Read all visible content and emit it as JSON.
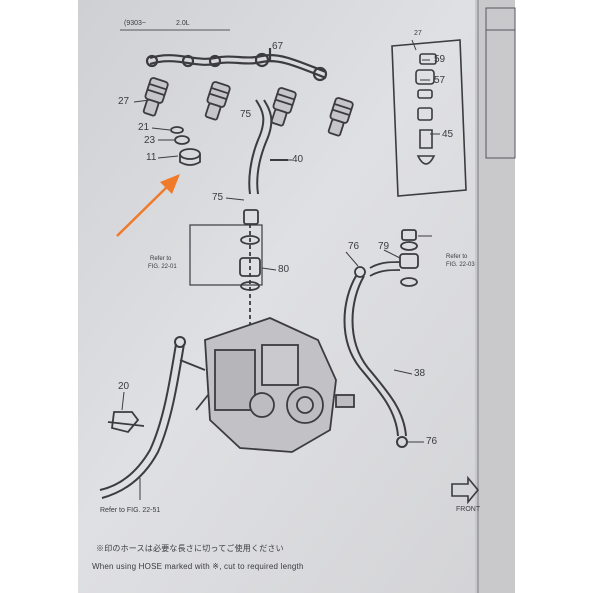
{
  "header": {
    "left_code": "(9303~",
    "left_engine": "2.0L"
  },
  "parts": {
    "p67": "67",
    "p59": "59",
    "p57": "57",
    "p45": "45",
    "p27": "27",
    "p21": "21",
    "p23": "23",
    "p11": "11",
    "p75a": "75",
    "p40": "40",
    "p75b": "75",
    "p80": "80",
    "p76a": "76",
    "p79": "79",
    "p38": "38",
    "p20": "20",
    "p76b": "76"
  },
  "refs": {
    "left_ref_line1": "Refer to",
    "left_ref_line2": "FIG. 22-01",
    "right_ref_line1": "Refer to",
    "right_ref_line2": "FIG. 22-03",
    "bottom_ref": "Refer to FIG. 22-51"
  },
  "front_label": "FRONT",
  "footnote_jp": "※印のホースは必要な長さに切ってご使用ください",
  "footnote_en": "When using HOSE marked with ※, cut to required length",
  "colors": {
    "paper": "#d9d9dc",
    "ink": "#3b3b40",
    "arrow": "#f07a2a"
  }
}
